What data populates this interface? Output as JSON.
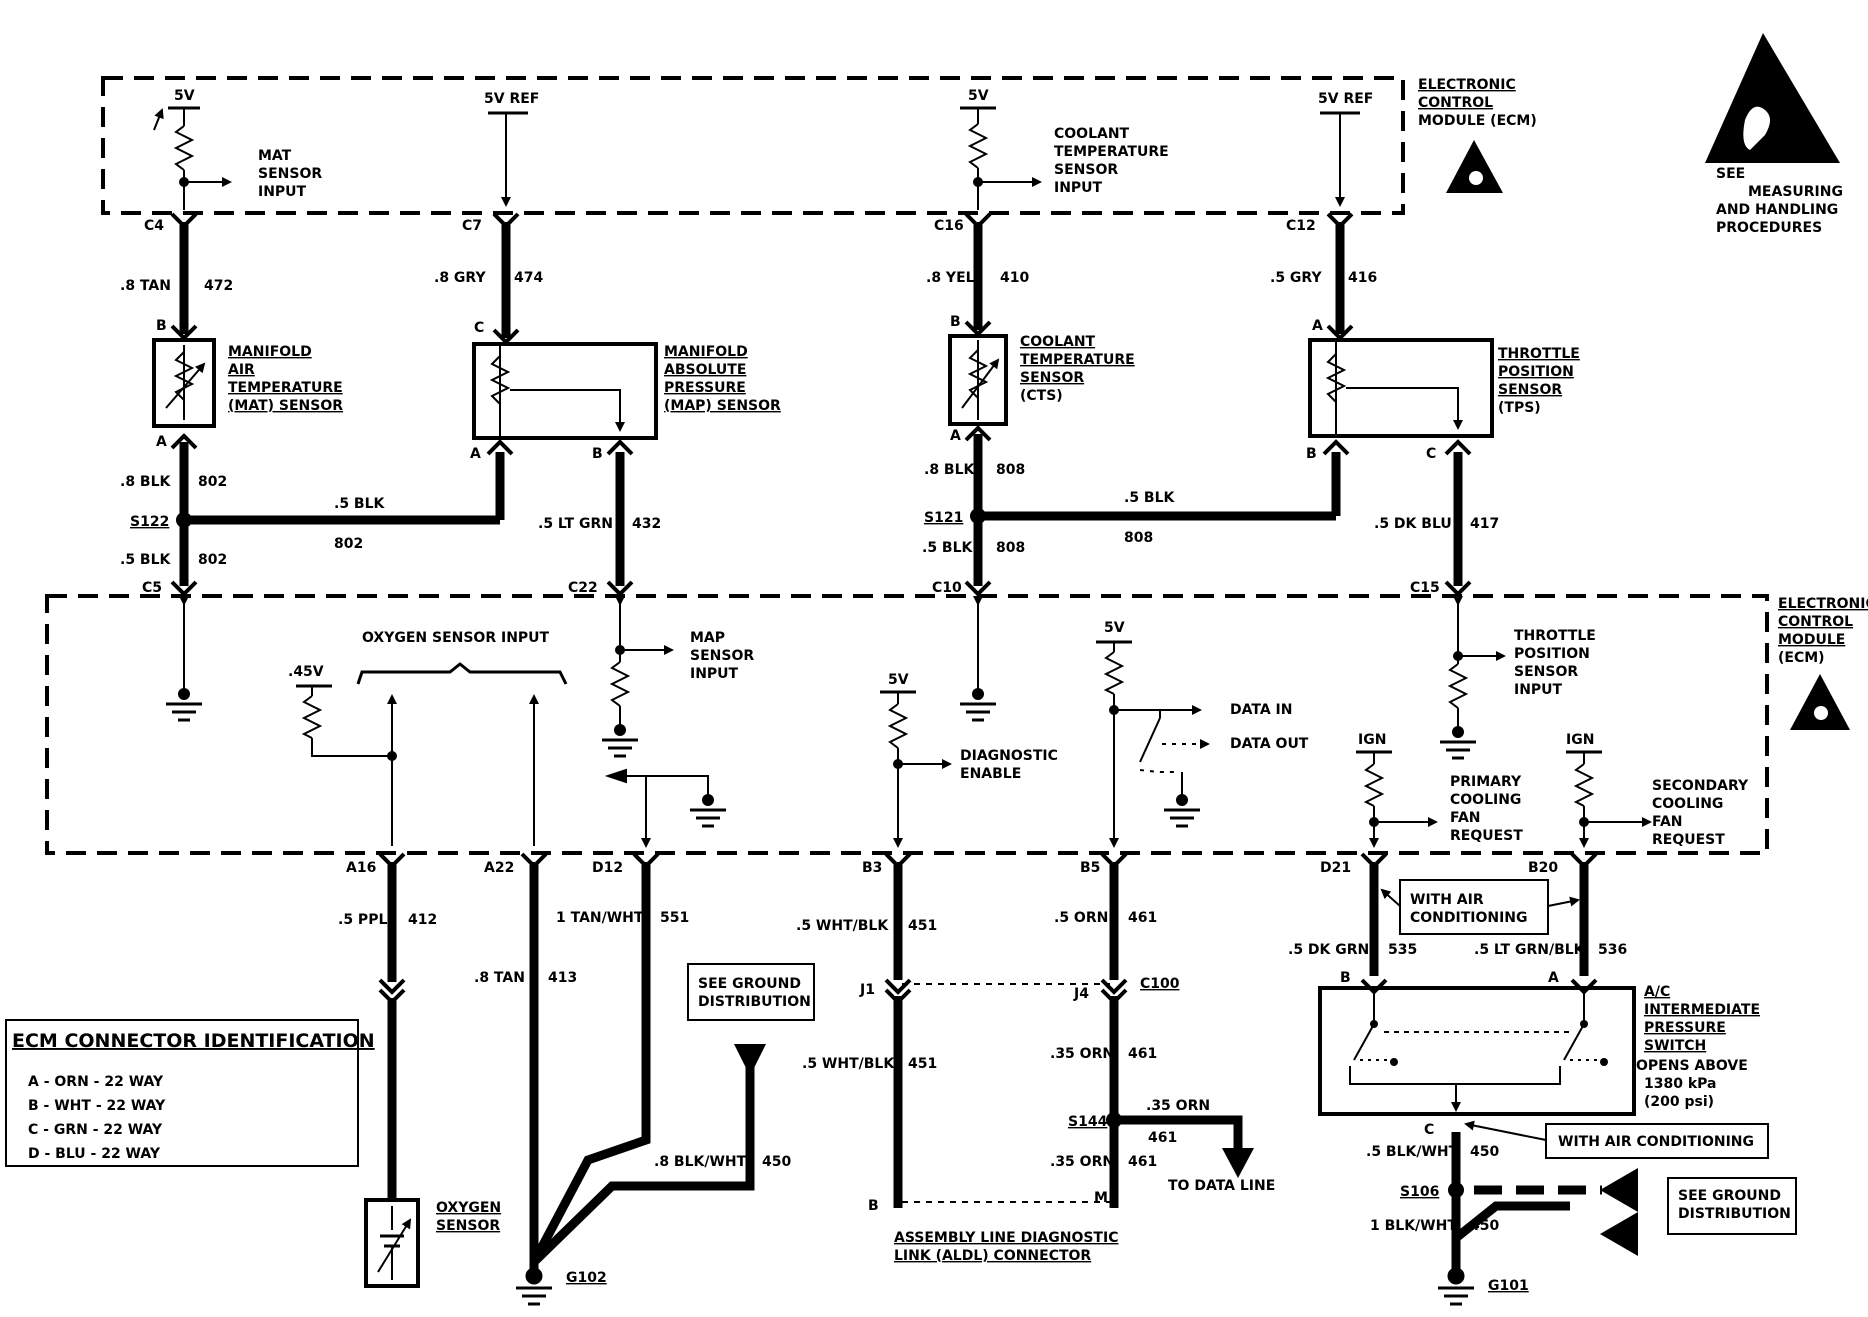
{
  "ecm": {
    "top_label": [
      "ELECTRONIC",
      "CONTROL",
      "MODULE (ECM)"
    ],
    "bottom_label": [
      "ELECTRONIC",
      "CONTROL",
      "MODULE",
      "(ECM)"
    ]
  },
  "esd_note": [
    "SEE",
    "MEASURING",
    "AND HANDLING",
    "PROCEDURES"
  ],
  "top_ecm": {
    "mat_ref": "5V",
    "mat_input": [
      "MAT",
      "SENSOR",
      "INPUT"
    ],
    "map_ref": "5V REF",
    "cts_ref": "5V",
    "cts_input": [
      "COOLANT",
      "TEMPERATURE",
      "SENSOR",
      "INPUT"
    ],
    "tps_ref": "5V REF"
  },
  "pins_top": [
    "C4",
    "C7",
    "C16",
    "C12"
  ],
  "wires": {
    "w472": {
      "color": ".8 TAN",
      "num": "472"
    },
    "w474": {
      "color": ".8 GRY",
      "num": "474"
    },
    "w410": {
      "color": ".8 YEL",
      "num": "410"
    },
    "w416": {
      "color": ".5 GRY",
      "num": "416"
    },
    "w802a": {
      "color": ".8 BLK",
      "num": "802"
    },
    "w802b": {
      "color": ".5 BLK",
      "num": "802"
    },
    "w802h": {
      "color": ".5 BLK",
      "num": "802"
    },
    "w432": {
      "color": ".5 LT GRN",
      "num": "432"
    },
    "w808a": {
      "color": ".8 BLK",
      "num": "808"
    },
    "w808b": {
      "color": ".5 BLK",
      "num": "808"
    },
    "w808h": {
      "color": ".5 BLK",
      "num": "808"
    },
    "w417": {
      "color": ".5 DK BLU",
      "num": "417"
    },
    "w412": {
      "color": ".5 PPL",
      "num": "412"
    },
    "w413": {
      "color": ".8 TAN",
      "num": "413"
    },
    "w551": {
      "color": "1 TAN/WHT",
      "num": "551"
    },
    "w450a": {
      "color": ".8 BLK/WHT",
      "num": "450"
    },
    "w451a": {
      "color": ".5 WHT/BLK",
      "num": "451"
    },
    "w451b": {
      "color": ".5 WHT/BLK",
      "num": "451"
    },
    "w461a": {
      "color": ".5 ORN",
      "num": "461"
    },
    "w461b": {
      "color": ".35 ORN",
      "num": "461"
    },
    "w461c": {
      "color": ".35 ORN",
      "num": "461"
    },
    "w461d": {
      "color": ".35 ORN",
      "num": "461"
    },
    "w535": {
      "color": ".5 DK GRN",
      "num": "535"
    },
    "w536": {
      "color": ".5 LT GRN/BLK",
      "num": "536"
    },
    "w450b": {
      "color": ".5 BLK/WHT",
      "num": "450"
    },
    "w450c": {
      "color": "1 BLK/WHT",
      "num": "450"
    }
  },
  "sensors": {
    "mat": {
      "pin_top": "B",
      "pin_bot": "A",
      "name": [
        "MANIFOLD",
        "AIR",
        "TEMPERATURE",
        "(MAT) SENSOR"
      ]
    },
    "map": {
      "pin_top": "C",
      "pin_a": "A",
      "pin_b": "B",
      "name": [
        "MANIFOLD",
        "ABSOLUTE",
        "PRESSURE",
        "(MAP) SENSOR"
      ]
    },
    "cts": {
      "pin_top": "B",
      "pin_bot": "A",
      "name": [
        "COOLANT",
        "TEMPERATURE",
        "SENSOR",
        "(CTS)"
      ]
    },
    "tps": {
      "pin_top": "A",
      "pin_b": "B",
      "pin_c": "C",
      "name": [
        "THROTTLE",
        "POSITION",
        "SENSOR",
        "(TPS)"
      ]
    },
    "o2": {
      "name": [
        "OXYGEN",
        "SENSOR"
      ]
    }
  },
  "splices": {
    "s122": "S122",
    "s121": "S121",
    "s144": "S144",
    "s106": "S106"
  },
  "pins_mid": [
    "C5",
    "C22",
    "C10",
    "C15"
  ],
  "ecm_bottom": {
    "o2_input": "OXYGEN SENSOR INPUT",
    "o2_ref": ".45V",
    "map_input": [
      "MAP",
      "SENSOR",
      "INPUT"
    ],
    "diag_ref": "5V",
    "diag_enable": [
      "DIAGNOSTIC",
      "ENABLE"
    ],
    "data_ref": "5V",
    "data_in": "DATA IN",
    "data_out": "DATA OUT",
    "tps_input": [
      "THROTTLE",
      "POSITION",
      "SENSOR",
      "INPUT"
    ],
    "ign1": "IGN",
    "ign2": "IGN",
    "primary_fan": [
      "PRIMARY",
      "COOLING",
      "FAN",
      "REQUEST"
    ],
    "secondary_fan": [
      "SECONDARY",
      "COOLING",
      "FAN",
      "REQUEST"
    ]
  },
  "pins_bot": [
    "A16",
    "A22",
    "D12",
    "B3",
    "B5",
    "D21",
    "B20"
  ],
  "aldl": {
    "j1": "J1",
    "j4": "J4",
    "c100": "C100",
    "pin_b": "B",
    "pin_m": "M",
    "name": [
      "ASSEMBLY LINE DIAGNOSTIC",
      "LINK (ALDL) CONNECTOR"
    ]
  },
  "to_data_line": "TO DATA LINE",
  "with_ac_1": [
    "WITH AIR",
    "CONDITIONING"
  ],
  "with_ac_2": "WITH AIR CONDITIONING",
  "ac_switch": {
    "pin_b": "B",
    "pin_a": "A",
    "pin_c": "C",
    "name": [
      "A/C",
      "INTERMEDIATE",
      "PRESSURE",
      "SWITCH"
    ],
    "note": [
      "OPENS ABOVE",
      "1380 kPa",
      "(200 psi)"
    ]
  },
  "see_ground_1": [
    "SEE GROUND",
    "DISTRIBUTION"
  ],
  "see_ground_2": [
    "SEE GROUND",
    "DISTRIBUTION"
  ],
  "grounds": {
    "g102": "G102",
    "g101": "G101"
  },
  "connector_id": {
    "title": "ECM CONNECTOR IDENTIFICATION",
    "rows": [
      "A - ORN - 22 WAY",
      "B - WHT - 22 WAY",
      "C - GRN - 22 WAY",
      "D - BLU - 22 WAY"
    ]
  }
}
